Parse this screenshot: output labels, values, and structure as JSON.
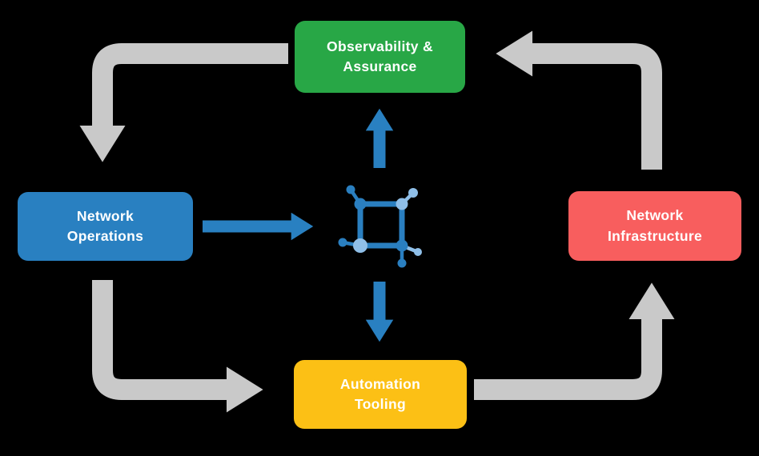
{
  "nodes": {
    "observability": {
      "line1": "Observability &",
      "line2": "Assurance",
      "color": "#28a746"
    },
    "operations": {
      "line1": "Network",
      "line2": "Operations",
      "color": "#2980c1"
    },
    "infrastructure": {
      "line1": "Network",
      "line2": "Infrastructure",
      "color": "#f85e5e"
    },
    "automation": {
      "line1": "Automation",
      "line2": "Tooling",
      "color": "#fcc015"
    }
  },
  "center_icon": {
    "name": "network-nodes-icon",
    "color_primary": "#2a7fc0",
    "color_secondary": "#8fbfe8"
  },
  "arrows": {
    "gray_color": "#c9c9c9",
    "blue_color": "#2980c1",
    "flow": [
      "observability -> operations",
      "operations -> automation",
      "automation -> infrastructure",
      "infrastructure -> observability",
      "operations -> center",
      "center -> observability",
      "center -> automation"
    ]
  }
}
